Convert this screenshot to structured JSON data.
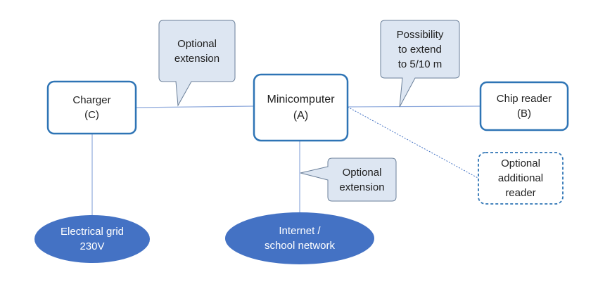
{
  "nodes": {
    "charger": {
      "line1": "Charger",
      "line2": "(C)"
    },
    "minicomputer": {
      "line1": "Minicomputer",
      "line2": "(A)"
    },
    "chip_reader": {
      "line1": "Chip reader",
      "line2": "(B)"
    },
    "optional_reader": {
      "line1": "Optional",
      "line2": "additional",
      "line3": "reader"
    },
    "electrical_grid": {
      "line1": "Electrical grid",
      "line2": "230V"
    },
    "internet": {
      "line1": "Internet /",
      "line2": "school network"
    }
  },
  "callouts": {
    "charger_extension": {
      "line1": "Optional",
      "line2": "extension"
    },
    "reader_extension": {
      "line1": "Possibility",
      "line2": "to extend",
      "line3": "to 5/10 m"
    },
    "network_extension": {
      "line1": "Optional",
      "line2": "extension"
    }
  },
  "colors": {
    "box_border": "#2e74b5",
    "connector_line": "#8faadc",
    "callout_fill": "#dde6f2",
    "callout_border": "#6a7f99",
    "ellipse_fill": "#4472c4"
  }
}
